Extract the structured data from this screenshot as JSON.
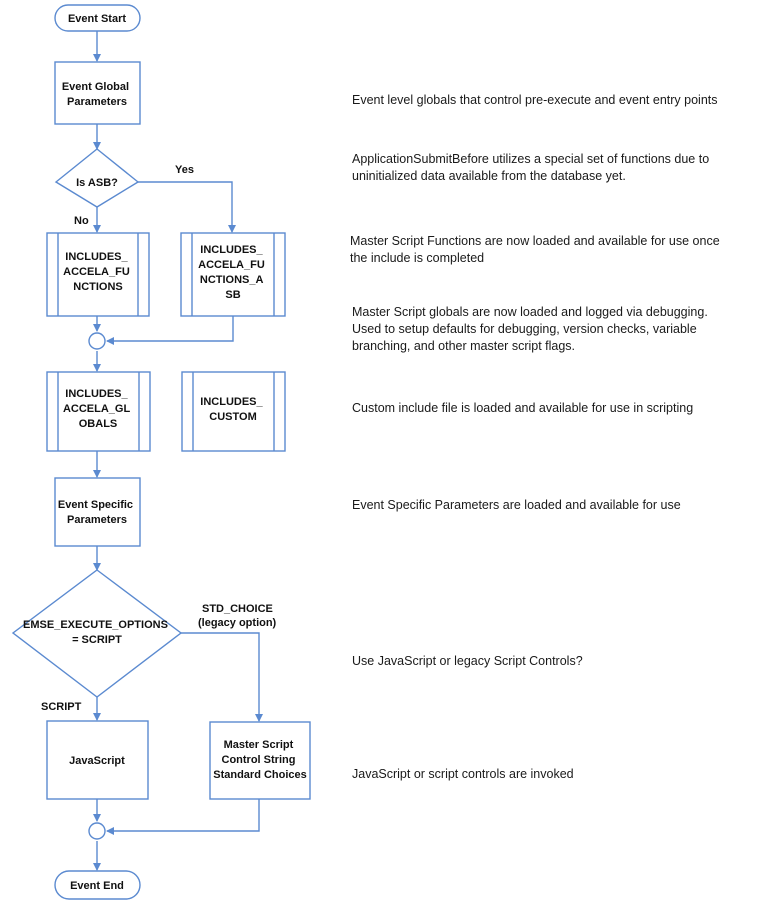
{
  "colors": {
    "shape_stroke": "#5b8ad0",
    "shape_fill": "#ffffff",
    "arrow": "#5b8ad0",
    "text": "#111111"
  },
  "nodes": {
    "event_start": "Event Start",
    "event_global_params": [
      "Event Global",
      "Parameters"
    ],
    "is_asb": "Is ASB?",
    "includes_accela_functions": [
      "INCLUDES_",
      "ACCELA_FU",
      "NCTIONS"
    ],
    "includes_accela_functions_asb": [
      "INCLUDES_",
      "ACCELA_FU",
      "NCTIONS_A",
      "SB"
    ],
    "includes_accela_globals": [
      "INCLUDES_",
      "ACCELA_GL",
      "OBALS"
    ],
    "includes_custom": [
      "INCLUDES_",
      "CUSTOM"
    ],
    "event_specific_params": [
      "Event Specific",
      "Parameters"
    ],
    "emse_execute_options": [
      "EMSE_EXECUTE_OPTIONS",
      "= SCRIPT"
    ],
    "javascript": "JavaScript",
    "master_script_control": [
      "Master Script",
      "Control String",
      "Standard Choices"
    ],
    "event_end": "Event End"
  },
  "edge_labels": {
    "yes": "Yes",
    "no": "No",
    "std_choice": [
      "STD_CHOICE",
      "(legacy option)"
    ],
    "script": "SCRIPT"
  },
  "notes": {
    "global_params": "Event level globals that control pre-execute and event entry points",
    "asb": "ApplicationSubmitBefore utilizes a special set of functions due to\nuninitialized data available from the database yet.",
    "functions": "Master Script Functions are now loaded and available for use once\nthe include is completed",
    "globals": "Master Script globals are now loaded and logged via debugging.\nUsed to setup defaults for debugging, version checks, variable\nbranching, and other master script flags.",
    "custom": "Custom include file is loaded and available for use in scripting",
    "specific_params": "Event Specific Parameters are loaded and available for use",
    "execute_options": "Use JavaScript or legacy Script Controls?",
    "invoked": "JavaScript or script controls are invoked"
  }
}
